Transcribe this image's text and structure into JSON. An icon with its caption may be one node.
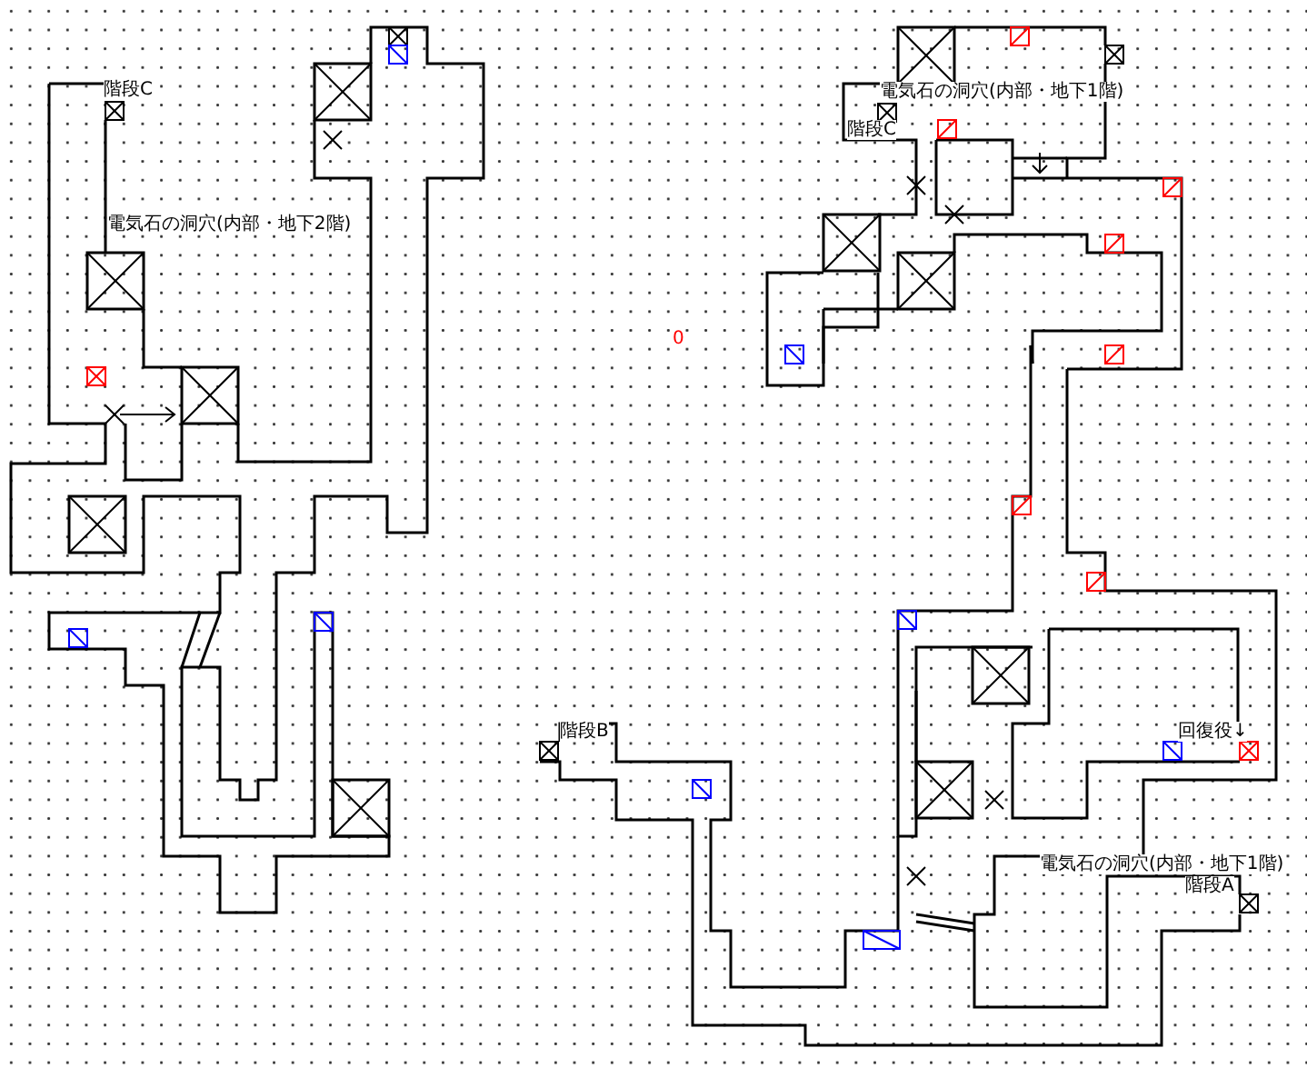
{
  "diagram": {
    "labels": [
      "階段C",
      "電気石の洞穴(内部・地下2階)",
      "0",
      "電気石の洞穴(内部・地下1階)",
      "階段C",
      "階段B",
      "回復役↓",
      "電気石の洞穴(内部・地下1階)",
      "階段A"
    ]
  }
}
